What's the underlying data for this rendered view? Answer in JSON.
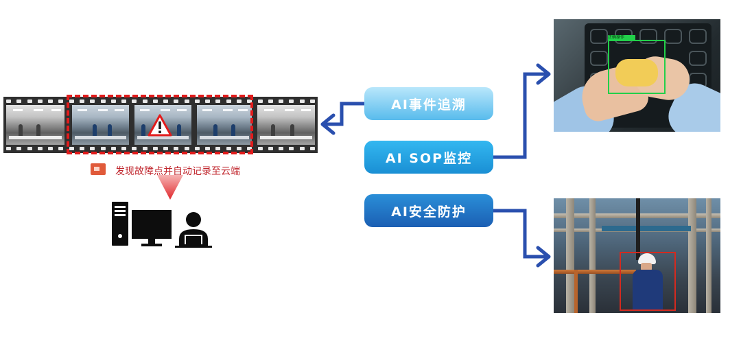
{
  "film_strip": {
    "alert_note": "发现故障点并自动记录至云端"
  },
  "buttons": {
    "event_trace": "AI事件追溯",
    "sop_monitor": "AI SOP监控",
    "safety": "AI安全防护"
  },
  "photo_sop": {
    "detection_label": "正确操作"
  },
  "colors": {
    "arrow": "#2a4fae",
    "alert_red": "#e21b1b",
    "detect_green": "#22d04a",
    "detect_red": "#d42a1f",
    "button_light": "#58bbec",
    "button_mid": "#1a8fd4",
    "button_dark": "#1b5fb3"
  },
  "icons": [
    "warning-icon",
    "camera-icon",
    "computer-icon",
    "user-icon"
  ]
}
